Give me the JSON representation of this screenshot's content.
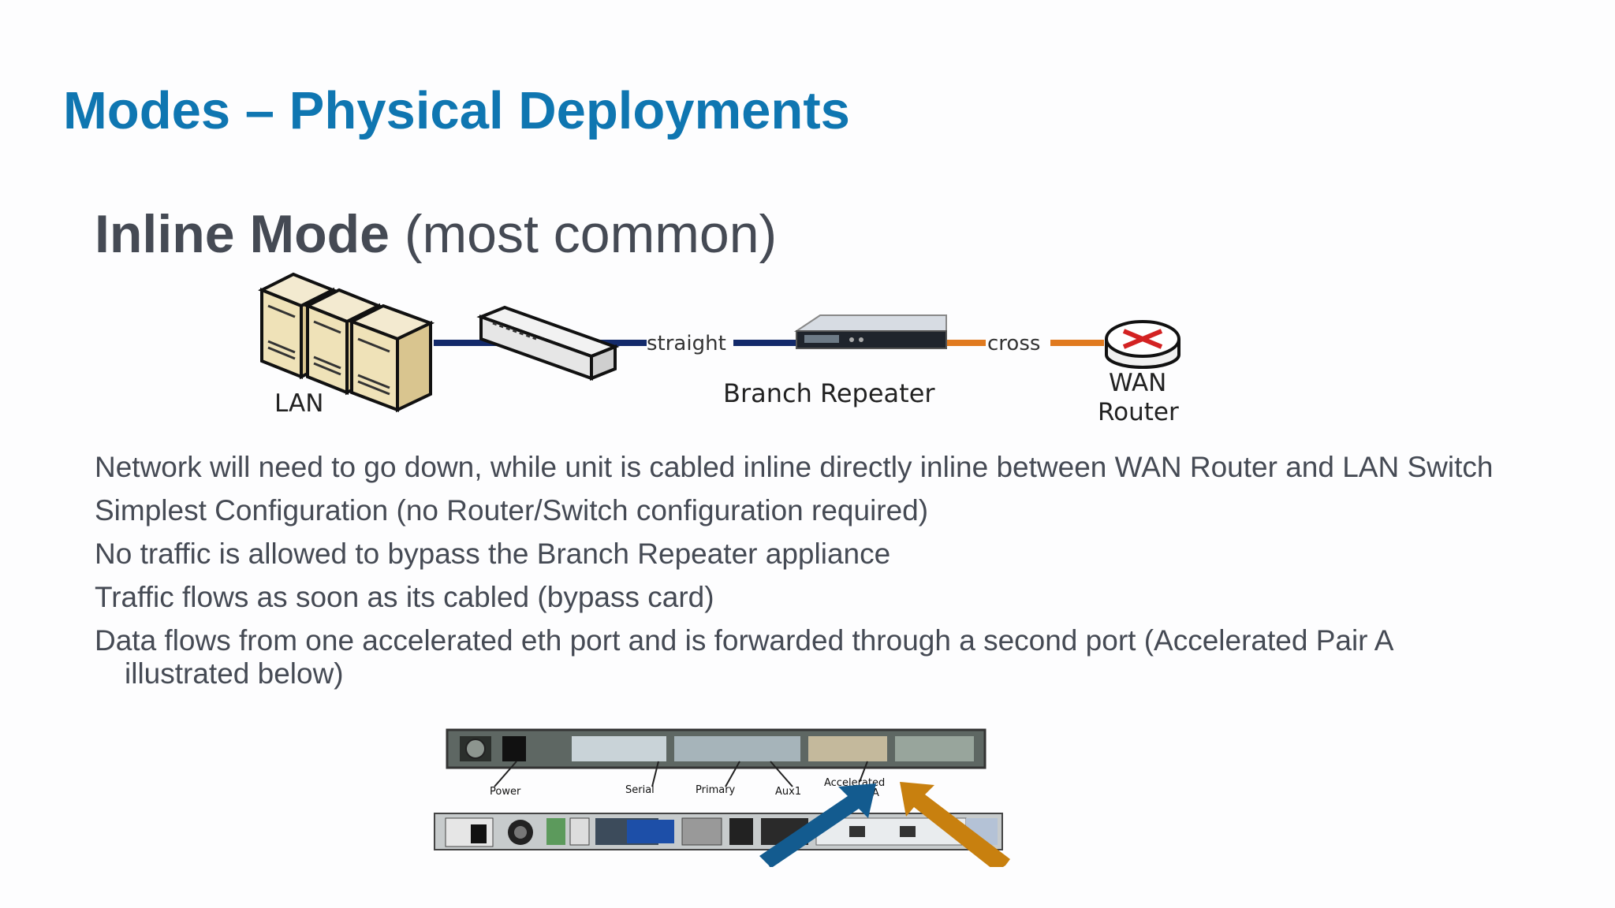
{
  "slide": {
    "title": "Modes – Physical Deployments",
    "subtitle_bold": "Inline Mode",
    "subtitle_rest": " (most common)"
  },
  "diagram": {
    "lan_label": "LAN",
    "straight_label": "straight",
    "cross_label": "cross",
    "repeater_label": "Branch Repeater",
    "wan_label_1": "WAN",
    "wan_label_2": "Router",
    "colors": {
      "lan_link": "#132a6b",
      "wan_link": "#e07a1f"
    }
  },
  "bullets": [
    "Network will need to go down, while unit is cabled inline directly inline between WAN Router and LAN Switch",
    "Simplest Configuration (no Router/Switch configuration required)",
    "No traffic is allowed to bypass the Branch Repeater appliance",
    "Traffic flows as soon as its cabled (bypass card)",
    "Data flows from one accelerated eth port and is forwarded through a second port (Accelerated Pair A illustrated below)"
  ],
  "hardware": {
    "power_label": "Power",
    "serial_label": "Serial",
    "primary_label": "Primary",
    "aux_label": "Aux1",
    "accel_label_1": "Accelerated",
    "accel_label_2": "A",
    "colors": {
      "arrow_blue": "#135b8f",
      "arrow_orange": "#c8800f"
    }
  }
}
